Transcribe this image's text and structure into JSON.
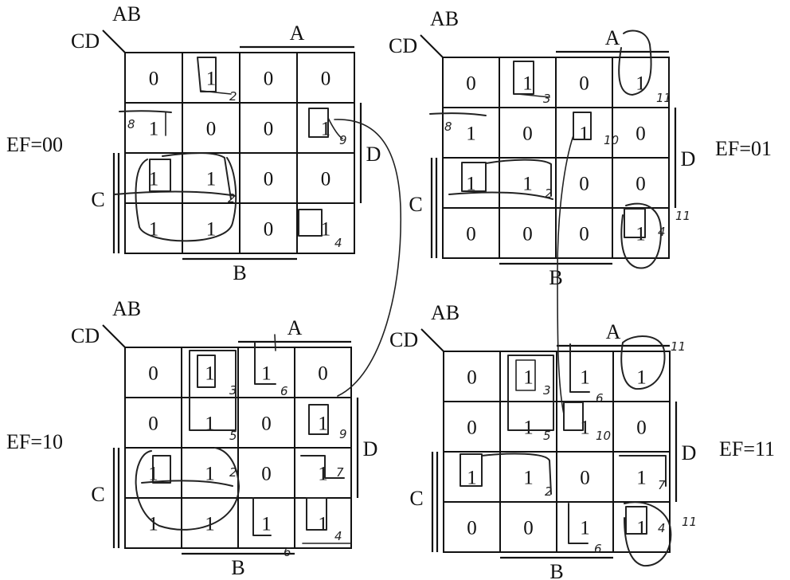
{
  "var_labels": {
    "ab": "AB",
    "cd": "CD",
    "a": "A",
    "b": "B",
    "c": "C",
    "d": "D"
  },
  "maps": [
    {
      "ef_label": "EF=00",
      "cells": [
        [
          "0",
          "1",
          "0",
          "0"
        ],
        [
          "1",
          "0",
          "0",
          "1"
        ],
        [
          "1",
          "1",
          "0",
          "0"
        ],
        [
          "1",
          "1",
          "0",
          "1"
        ]
      ]
    },
    {
      "ef_label": "EF=01",
      "cells": [
        [
          "0",
          "1",
          "0",
          "1"
        ],
        [
          "1",
          "0",
          "1",
          "0"
        ],
        [
          "1",
          "1",
          "0",
          "0"
        ],
        [
          "0",
          "0",
          "0",
          "1"
        ]
      ]
    },
    {
      "ef_label": "EF=10",
      "cells": [
        [
          "0",
          "1",
          "1",
          "0"
        ],
        [
          "0",
          "1",
          "0",
          "1"
        ],
        [
          "1",
          "1",
          "0",
          "1"
        ],
        [
          "1",
          "1",
          "1",
          "1"
        ]
      ]
    },
    {
      "ef_label": "EF=11",
      "cells": [
        [
          "0",
          "1",
          "1",
          "1"
        ],
        [
          "0",
          "1",
          "1",
          "0"
        ],
        [
          "1",
          "1",
          "0",
          "1"
        ],
        [
          "0",
          "0",
          "1",
          "1"
        ]
      ]
    }
  ],
  "annotations": {
    "n2": "2",
    "n3": "3",
    "n4": "4",
    "n5": "5",
    "n6": "6",
    "n7": "7",
    "n8": "8",
    "n9": "9",
    "n10": "10",
    "n11": "11"
  }
}
